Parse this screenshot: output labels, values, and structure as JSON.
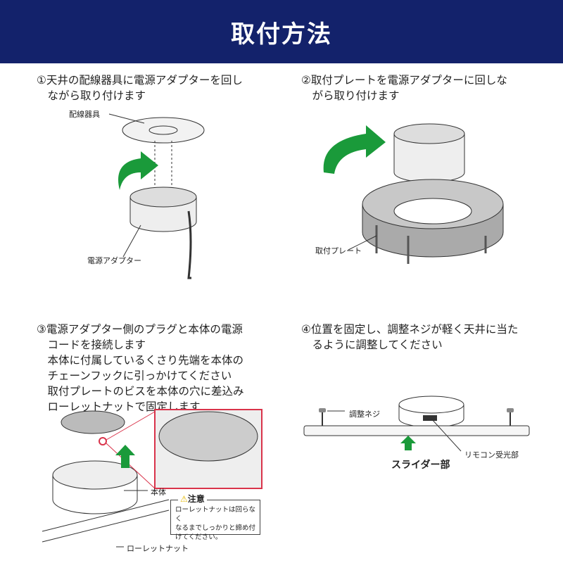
{
  "header": {
    "title": "取付方法"
  },
  "steps": [
    {
      "text": "①天井の配線器具に電源アダプターを回し\n　ながら取り付けます"
    },
    {
      "text": "②取付プレートを電源アダプターに回しな\n　がら取り付けます"
    },
    {
      "text": "③電源アダプター側のプラグと本体の電源\n　コードを接続します\n　本体に付属しているくさり先端を本体の\n　チェーンフックに引っかけてください\n　取付プレートのビスを本体の穴に差込み\n　ローレットナットで固定します"
    },
    {
      "text": "④位置を固定し、調整ネジが軽く天井に当た\n　るように調整してください"
    }
  ],
  "labels": {
    "wiring": "配線器具",
    "adapter": "電源アダプター",
    "plate": "取付プレート",
    "body": "本体",
    "nut": "ローレットナット",
    "screw": "調整ネジ",
    "slider": "スライダー部",
    "remote": "リモコン受光部"
  },
  "caution": {
    "title": "注意",
    "text": "ローレットナットは回らなく\nなるまでしっかりと締め付\nけてください。"
  },
  "colors": {
    "header": "#13226b",
    "arrow": "#1a9a3a",
    "highlight": "#d9334a"
  }
}
